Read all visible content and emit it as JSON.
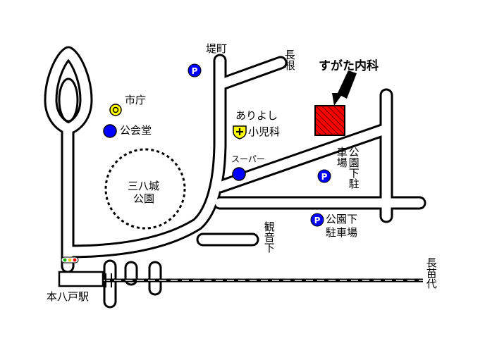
{
  "labels": {
    "tsutsumicho": "堤町",
    "nagane": "長根",
    "clinic": "すがた内科",
    "city_hall": "市庁",
    "public_hall": "公会堂",
    "ariyoshi_line1": "ありよし",
    "ariyoshi_line2": "小児科",
    "supermarket": "スーパー",
    "park_below_parking_vertical": "公園下駐車場",
    "sanpachijo_line1": "三八城",
    "sanpachijo_line2": "公園",
    "park_below_parking_line1": "公園下",
    "park_below_parking_line2": "駐車場",
    "kannonshita": "観音下",
    "hon_hachinohe_station": "本八戸駅",
    "naeshiro": "長苗代"
  },
  "icons": {
    "parking_letter": "P",
    "parking_color": "#0000ff",
    "public_hall_color": "#0000ff",
    "supermarket_color": "#0000ff",
    "city_hall_color": "#ffff00",
    "clinic_marker_color": "#ffff00",
    "target_building_color": "#ff0000"
  }
}
